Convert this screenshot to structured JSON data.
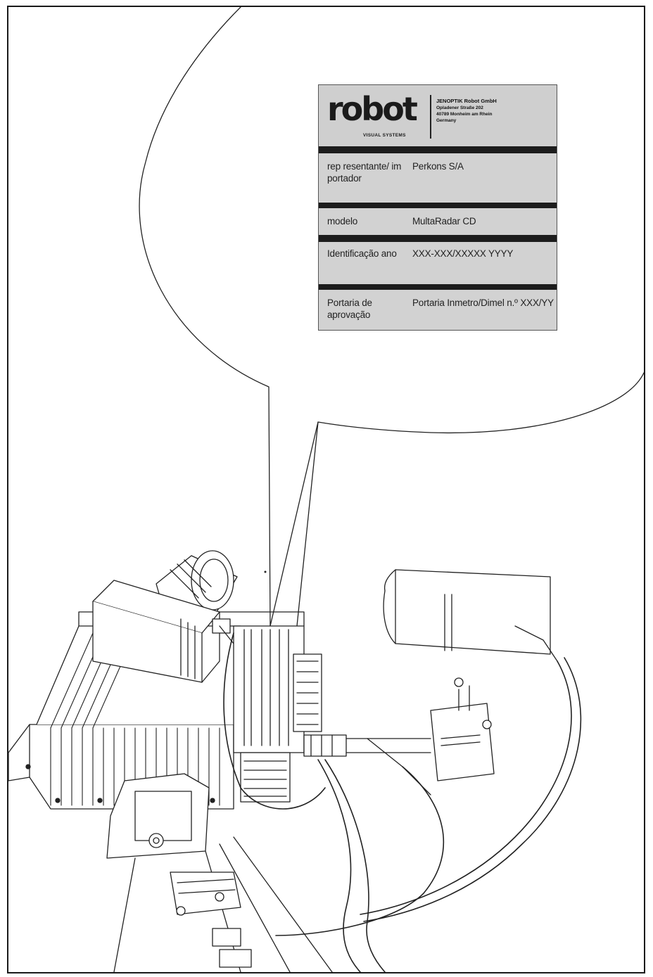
{
  "plate": {
    "logo_word": "robot",
    "logo_sub": "VISUAL SYSTEMS",
    "maker_name": "JENOPTIK Robot GmbH",
    "maker_address": [
      "Opladener Straße 202",
      "40789 Monheim am Rhein",
      "Germany"
    ],
    "rows": [
      {
        "label": "rep resentante/ im portador",
        "value": "Perkons S/A"
      },
      {
        "label": "modelo",
        "value": "MultaRadar CD"
      },
      {
        "label": "Identificação ano",
        "value": "XXX-XXX/XXXXX YYYY"
      },
      {
        "label": "Portaria de aprovação",
        "value": "Portaria Inmetro/Dimel n.º XXX/YY"
      }
    ]
  },
  "colors": {
    "plate_background": "#d2d2d2",
    "plate_divider": "#1c1c1c",
    "line_art": "#1a1a1a"
  },
  "icons": {
    "logo": "robot-logo-with-reticle",
    "device": "traffic-radar-camera-on-tripod"
  }
}
